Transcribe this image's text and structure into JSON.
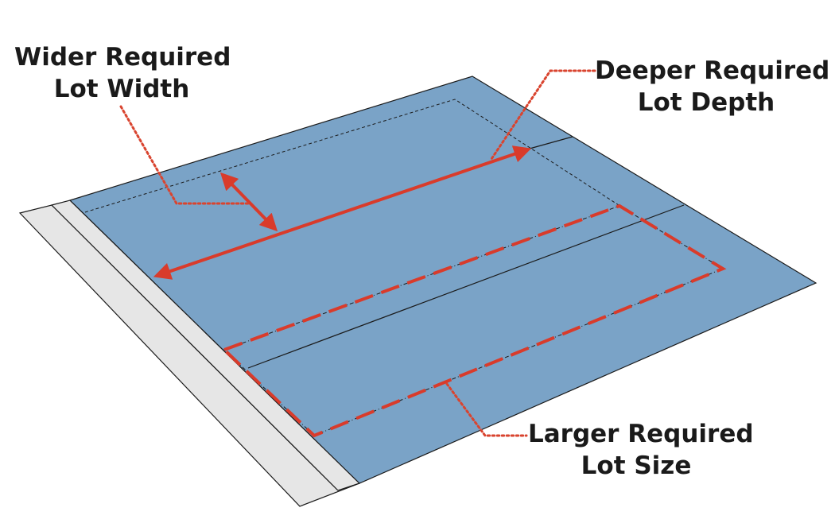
{
  "labels": {
    "wider_width": {
      "line1": "Wider Required",
      "line2": "Lot Width"
    },
    "deeper_depth": {
      "line1": "Deeper Required",
      "line2": "Lot Depth"
    },
    "larger_size": {
      "line1": "Larger Required",
      "line2": "Lot Size"
    }
  },
  "colors": {
    "lot_fill": "#7aa3c7",
    "sidewalk_fill": "#e6e6e6",
    "outline": "#1a1a1a",
    "accent_red": "#d93b2b",
    "callout_red": "#d9442f"
  }
}
